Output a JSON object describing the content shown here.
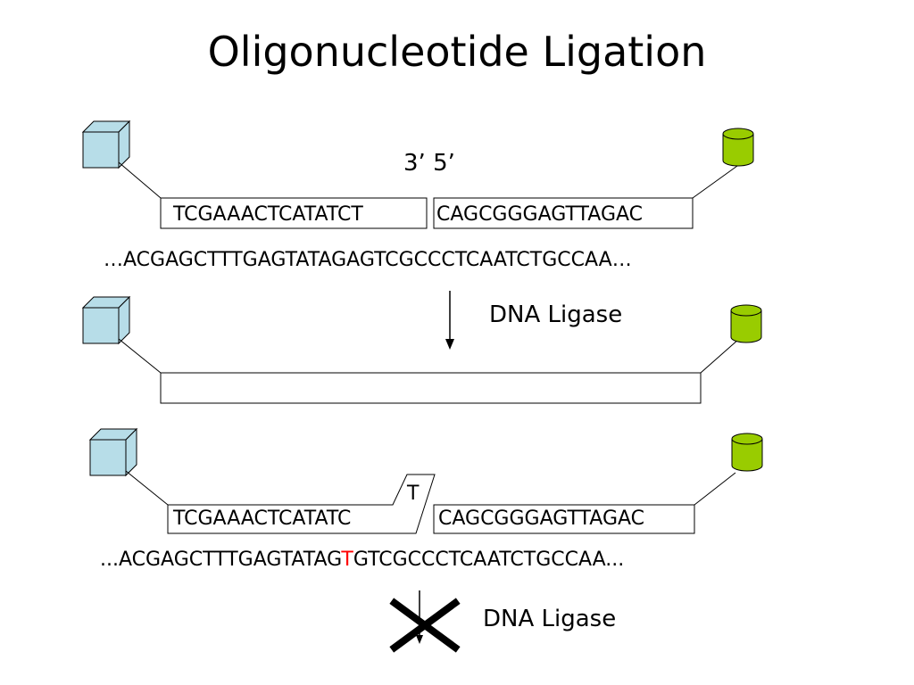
{
  "title": "Oligonucleotide Ligation",
  "panel1": {
    "end_labels": "3’  5’",
    "probe_left": "TCGAAACTCATATCT",
    "probe_right": "CAGCGGGAGTTAGAC",
    "template": "…ACGAGCTTTGAGTATAGAGTCGCCCTCAATCTGCCAA…"
  },
  "panel2": {
    "enzyme_label": "DNA Ligase"
  },
  "panel3": {
    "mismatch_base": "T",
    "probe_left": "TCGAAACTCATATC",
    "probe_right": "CAGCGGGAGTTAGAC",
    "template_prefix": "...ACGAGCTTTGAGTATAG",
    "template_mismatch": "T",
    "template_suffix": "GTCGCCCTCAATCTGCCAA...",
    "enzyme_label": "DNA Ligase"
  },
  "colors": {
    "cube_face": "#b7dde8",
    "cylinder_face": "#99cc00",
    "mismatch": "#ff0000"
  }
}
